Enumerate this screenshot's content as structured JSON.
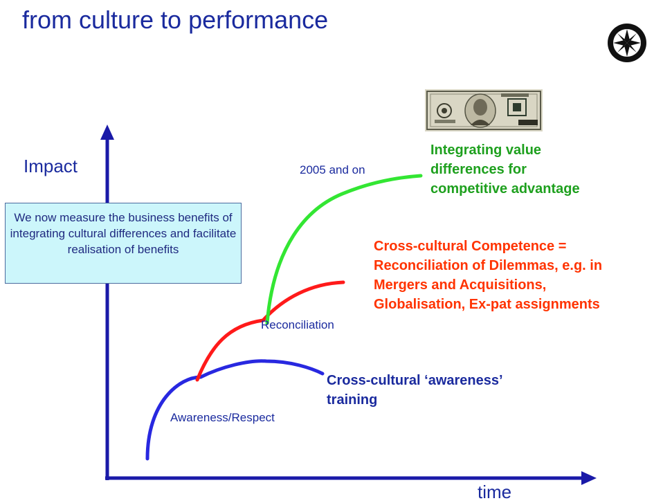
{
  "slide": {
    "title": "from culture to performance"
  },
  "axes": {
    "y_label": "Impact",
    "x_label": "time"
  },
  "info_box": {
    "text": "We now measure the business benefits of integrating cultural differences and facilitate realisation of benefits"
  },
  "stages": {
    "awareness": "Awareness/Respect",
    "reconciliation": "Reconciliation",
    "integration": "2005 and on"
  },
  "outcomes": {
    "awareness_training": "Cross-cultural ‘awareness’\ntraining",
    "reconciliation": "Cross-cultural Competence =\nReconciliation of Dilemmas, e.g. in\nMergers and Acquisitions,\nGlobalisation, Ex-pat assignments",
    "integrating": "Integrating value\ndifferences for\ncompetitive advantage"
  },
  "colors": {
    "axis": "#1a1aa8",
    "awareness_curve": "#2828e0",
    "reconciliation_curve": "#ff1a1a",
    "integration_curve": "#33e633",
    "awareness_text": "#1a2a9e",
    "reconciliation_text": "#ff3300",
    "integration_text": "#1ea01e"
  },
  "images": {
    "dollar_bill": "hundred-dollar-bill",
    "logo": "compass-logo"
  }
}
